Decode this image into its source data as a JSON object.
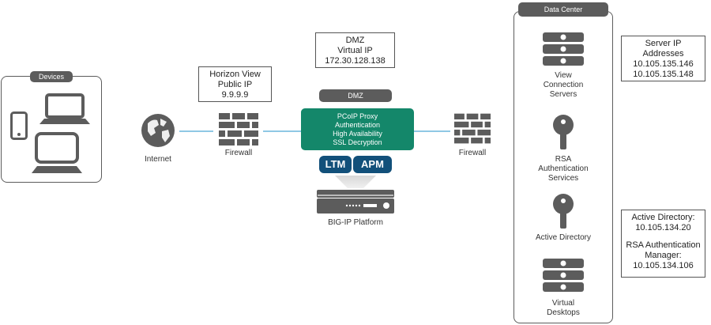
{
  "devices": {
    "label": "Devices",
    "icons": [
      "phone-icon",
      "laptop-icon",
      "desktop-icon"
    ]
  },
  "internet": {
    "label": "Internet",
    "icon": "globe-icon"
  },
  "firewall_left": {
    "label": "Firewall",
    "icon": "firewall-icon"
  },
  "firewall_right": {
    "label": "Firewall",
    "icon": "firewall-icon"
  },
  "public_ip_note": {
    "line1": "Horizon View",
    "line2": "Public IP",
    "line3": "9.9.9.9"
  },
  "dmz_vip_note": {
    "line1": "DMZ",
    "line2": "Virtual IP",
    "line3": "172.30.128.138"
  },
  "dmz": {
    "tag": "DMZ",
    "features": [
      "PCoIP Proxy",
      "Authentication",
      "High Availability",
      "SSL Decryption"
    ],
    "modules": [
      "LTM",
      "APM"
    ]
  },
  "bigip": {
    "label": "BIG-IP Platform",
    "icon": "appliance-icon"
  },
  "data_center": {
    "tag": "Data Center",
    "items": [
      {
        "icon": "server-stack-icon",
        "line1": "View",
        "line2": "Connection",
        "line3": "Servers"
      },
      {
        "icon": "key-icon",
        "line1": "RSA",
        "line2": "Authentication",
        "line3": "Services"
      },
      {
        "icon": "key-icon",
        "line1": "Active Directory"
      },
      {
        "icon": "server-stack-icon",
        "line1": "Virtual",
        "line2": "Desktops"
      }
    ]
  },
  "server_ip_note": {
    "line1": "Server IP",
    "line2": "Addresses",
    "line3": "10.105.135.146",
    "line4": "10.105.135.148"
  },
  "ad_rsa_note": {
    "line1": "Active Directory:",
    "line2": "10.105.134.20",
    "line3": "RSA Authentication",
    "line4": "Manager:",
    "line5": "10.105.134.106"
  },
  "colors": {
    "icon_gray": "#5c5c5c",
    "link_blue": "#8fc8e4",
    "dmz_green": "#14876a",
    "module_blue": "#12507a"
  }
}
